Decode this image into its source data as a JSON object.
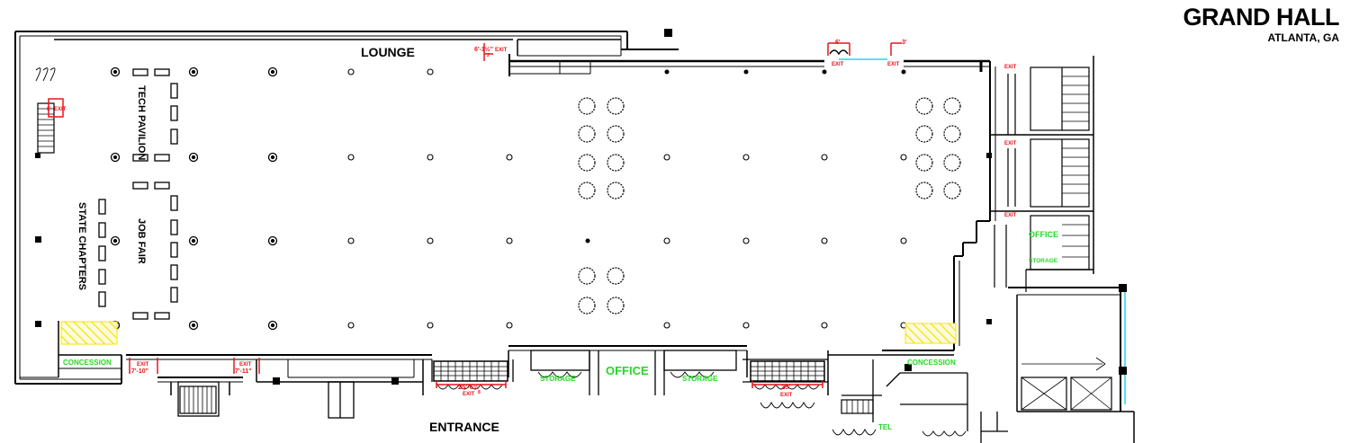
{
  "header": {
    "title": "GRAND HALL",
    "subtitle": "ATLANTA, GA"
  },
  "zones": {
    "lounge": "LOUNGE",
    "tech_pavilion": "TECH PAVILION",
    "job_fair": "JOB FAIR",
    "state_chapters": "STATE CHAPTERS",
    "entrance": "ENTRANCE",
    "office_main": "OFFICE",
    "office_east": "OFFICE",
    "storage_1": "STORAGE",
    "storage_2": "STORAGE",
    "storage_east": "STORAGE",
    "concession_west": "CONCESSION",
    "concession_east": "CONCESSION",
    "tel": "TEL"
  },
  "exits": {
    "label": "EXIT",
    "west_dim": "6'",
    "top_dim": "6'-1½\"",
    "top_dim_b": "2",
    "north1_dim": "6'",
    "north2_dim": "3'",
    "south1_dim": "7'-10\"",
    "south2_dim": "7'-11\"",
    "entrance_dim": "25'-6½\"",
    "entrance_dim_b": "8",
    "south3_dim": "25'"
  },
  "colors": {
    "wall": "#000000",
    "exit": "#e8151b",
    "green_label": "#27d627",
    "glass": "#29d3e0",
    "concession_fill": "#fff200"
  }
}
